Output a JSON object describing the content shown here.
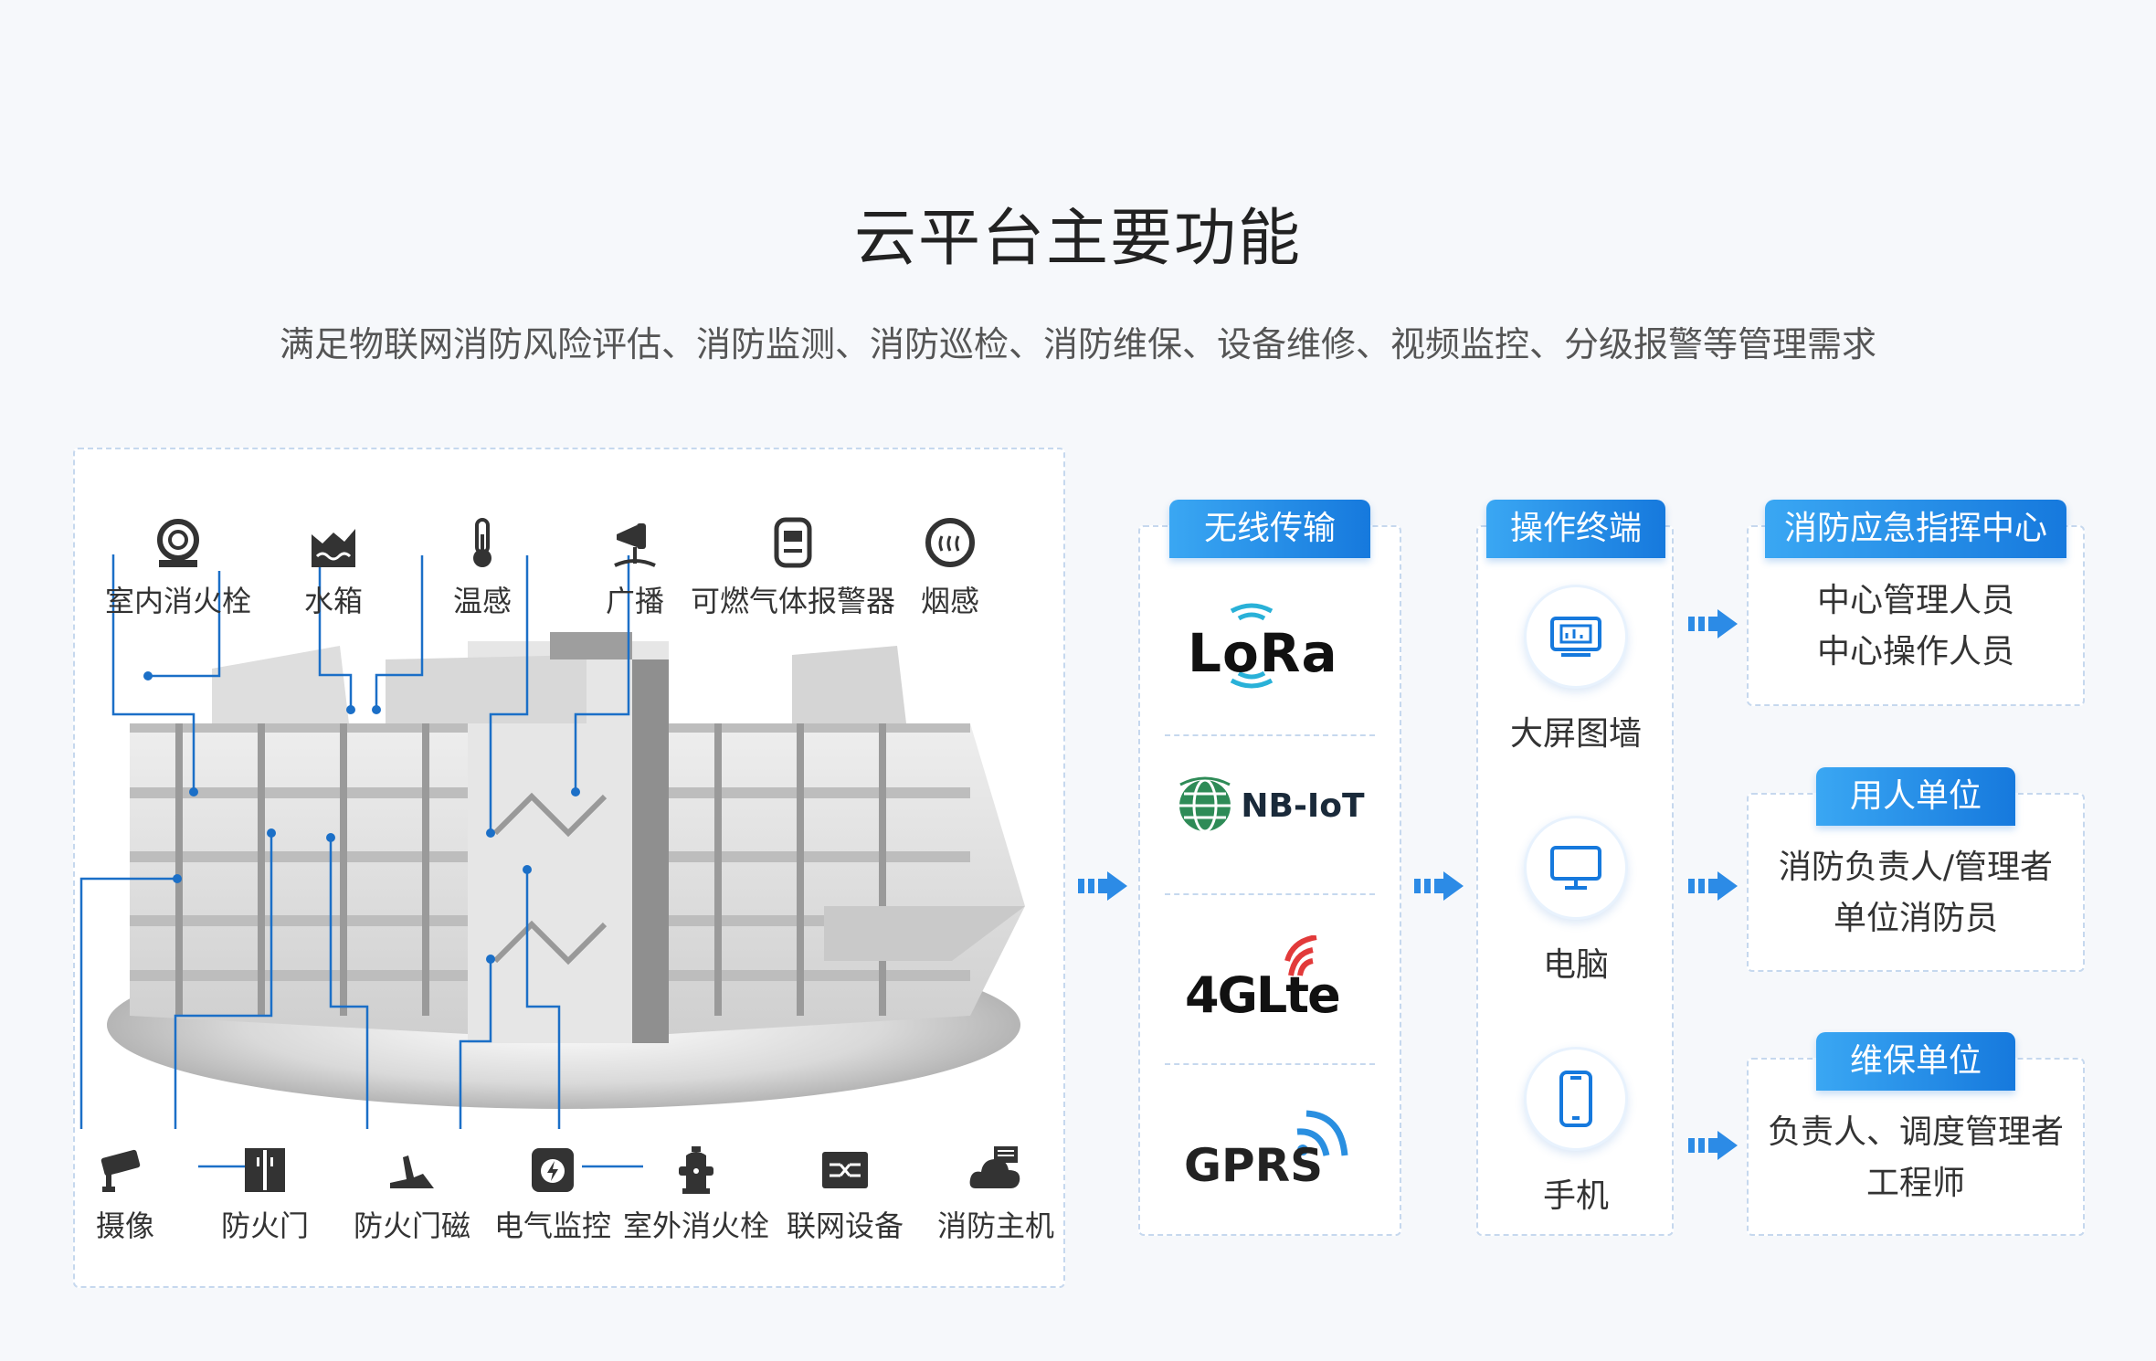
{
  "title": "云平台主要功能",
  "subtitle": "满足物联网消防风险评估、消防监测、消防巡检、消防维保、设备维修、视频监控、分级报警等管理需求",
  "colors": {
    "accent": "#1679dd",
    "accent_light": "#3aa7f3",
    "border": "#c6d8ee"
  },
  "top_sensors": [
    {
      "label": "室内消火栓",
      "icon": "fire-hose-reel-icon"
    },
    {
      "label": "水箱",
      "icon": "water-tank-icon"
    },
    {
      "label": "温感",
      "icon": "thermometer-icon"
    },
    {
      "label": "广播",
      "icon": "loudspeaker-icon"
    },
    {
      "label": "可燃气体报警器",
      "icon": "gas-detector-icon"
    },
    {
      "label": "烟感",
      "icon": "smoke-detector-icon"
    }
  ],
  "bottom_sensors": [
    {
      "label": "摄像",
      "icon": "camera-icon"
    },
    {
      "label": "防火门",
      "icon": "fire-door-icon"
    },
    {
      "label": "防火门磁",
      "icon": "door-magnet-icon"
    },
    {
      "label": "电气监控",
      "icon": "electric-monitor-icon"
    },
    {
      "label": "室外消火栓",
      "icon": "fire-hydrant-icon"
    },
    {
      "label": "联网设备",
      "icon": "network-device-icon"
    },
    {
      "label": "消防主机",
      "icon": "fire-host-icon"
    }
  ],
  "wireless": {
    "tab": "无线传输",
    "items": [
      {
        "label": "LoRa",
        "icon": "wifi-waves-icon"
      },
      {
        "label": "NB-IoT",
        "icon": "globe-icon"
      },
      {
        "label": "4GLte",
        "icon": "signal-arcs-icon"
      },
      {
        "label": "GPRS",
        "icon": "signal-arcs-icon"
      }
    ]
  },
  "terminals": {
    "tab": "操作终端",
    "items": [
      {
        "label": "大屏图墙",
        "icon": "video-wall-icon"
      },
      {
        "label": "电脑",
        "icon": "monitor-icon"
      },
      {
        "label": "手机",
        "icon": "smartphone-icon"
      }
    ]
  },
  "destinations": [
    {
      "tab": "消防应急指挥中心",
      "lines": [
        "中心管理人员",
        "中心操作人员"
      ]
    },
    {
      "tab": "用人单位",
      "lines": [
        "消防负责人/管理者",
        "单位消防员"
      ]
    },
    {
      "tab": "维保单位",
      "lines": [
        "负责人、调度管理者",
        "工程师"
      ]
    }
  ]
}
